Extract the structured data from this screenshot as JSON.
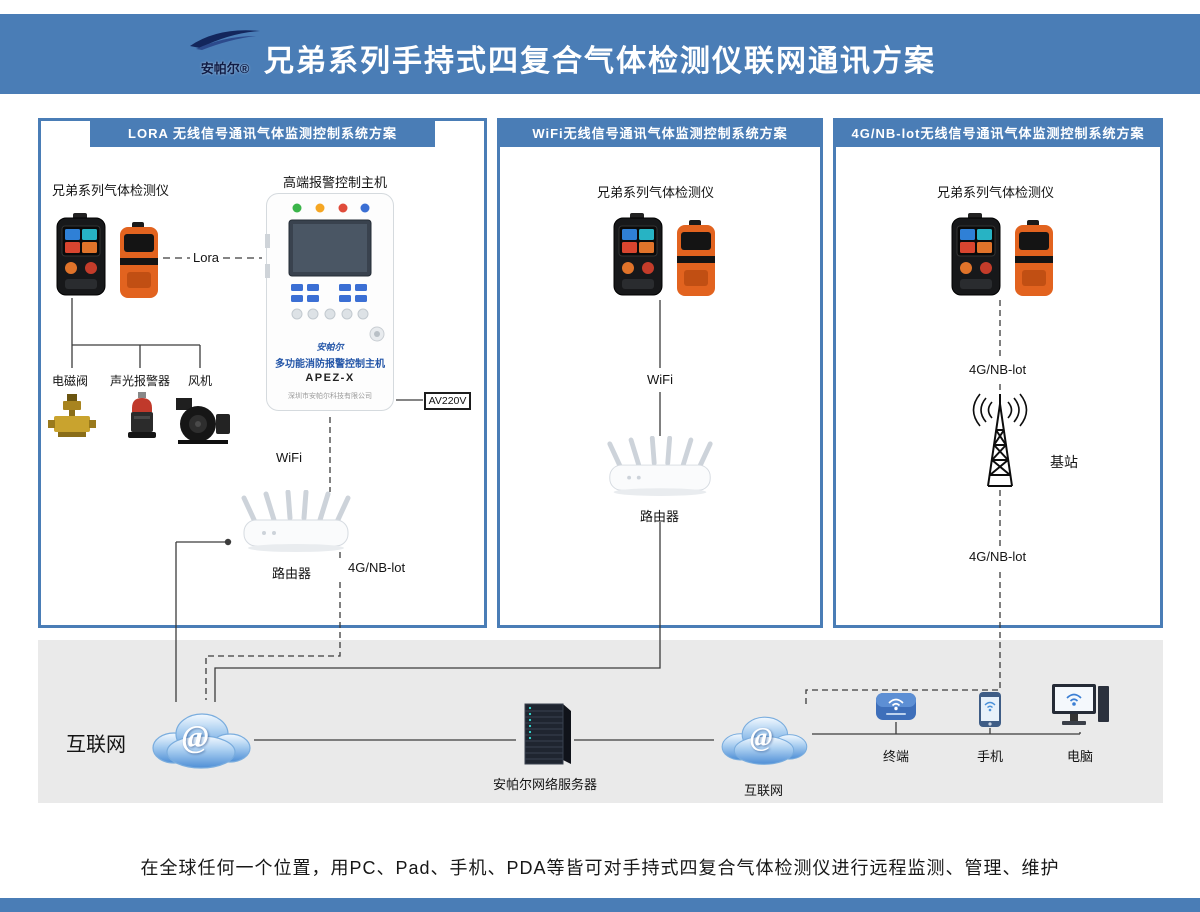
{
  "header": {
    "logo": "安帕尔®",
    "title": "兄弟系列手持式四复合气体检测仪联网通讯方案"
  },
  "colors": {
    "accent_blue": "#4a7db6",
    "band_gray": "#eaeaea",
    "cloud_blue": "#4f8fd6",
    "detector_orange": "#e2631f"
  },
  "panels": [
    {
      "title": "LORA 无线信号通讯气体监测控制系统方案",
      "labels": {
        "detector": "兄弟系列气体检测仪",
        "host": "高端报警控制主机",
        "lora": "Lora",
        "valve": "电磁阀",
        "alarm": "声光报警器",
        "fan": "风机",
        "wifi": "WiFi",
        "router": "路由器",
        "nb": "4G/NB-lot",
        "power": "AV220V"
      },
      "host": {
        "brand": "安帕尔",
        "name": "多功能消防报警控制主机",
        "model": "APEZ-X",
        "company": "深圳市安帕尔科技有限公司"
      }
    },
    {
      "title": "WiFi无线信号通讯气体监测控制系统方案",
      "labels": {
        "detector": "兄弟系列气体检测仪",
        "wifi": "WiFi",
        "router": "路由器"
      }
    },
    {
      "title": "4G/NB-lot无线信号通讯气体监测控制系统方案",
      "labels": {
        "detector": "兄弟系列气体检测仪",
        "nb_top": "4G/NB-lot",
        "station": "基站",
        "nb_bottom": "4G/NB-lot"
      }
    }
  ],
  "bottom": {
    "internet": "互联网",
    "at": "@",
    "server": "安帕尔网络服务器",
    "cloud2": "互联网",
    "terminal": "终端",
    "phone": "手机",
    "computer": "电脑"
  },
  "footer": {
    "caption": "在全球任何一个位置，用PC、Pad、手机、PDA等皆可对手持式四复合气体检测仪进行远程监测、管理、维护"
  }
}
